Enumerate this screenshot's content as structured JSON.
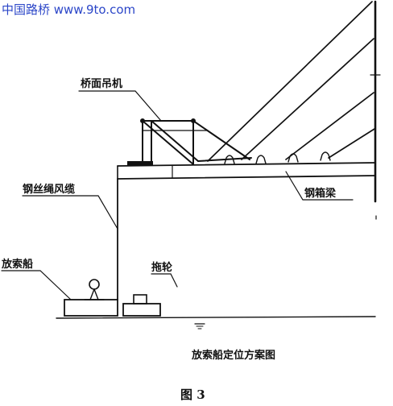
{
  "watermark": "中国路桥 www.9to.com",
  "labels": {
    "deck_crane": "桥面吊机",
    "wire_rope_guy": "钢丝绳风缆",
    "steel_box_girder": "钢箱梁",
    "cable_release_barge": "放索船",
    "tugboat": "拖轮"
  },
  "caption": "放索船定位方案图",
  "figure_number": "图 3"
}
